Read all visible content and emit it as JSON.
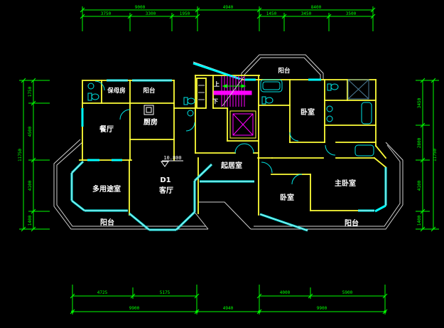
{
  "title": "二层平面图 (CAD floor plan)",
  "colors": {
    "bg": "#000000",
    "wall": "#ffff38",
    "window": "#00ffff",
    "railing": "#cfcfcf",
    "dim": "#00ff00",
    "stair": "#ff00ff",
    "label": "#ffffff",
    "fixture": "#00e5e5",
    "shower": "#4d7d99"
  },
  "level": {
    "value": "10.800"
  },
  "stair": {
    "up": "上",
    "down": "下"
  },
  "rooms": [
    {
      "id": "maid-room",
      "label": "保母房"
    },
    {
      "id": "balcony-top-left",
      "label": "阳台"
    },
    {
      "id": "kitchen",
      "label": "厨房"
    },
    {
      "id": "dining-room",
      "label": "餐厅"
    },
    {
      "id": "multi-purpose-room",
      "label": "多用途室"
    },
    {
      "id": "living-code",
      "label": "D1"
    },
    {
      "id": "living-room",
      "label": "客厅"
    },
    {
      "id": "balcony-bottom-left",
      "label": "阳台"
    },
    {
      "id": "family-room",
      "label": "起居室"
    },
    {
      "id": "balcony-top-right",
      "label": "阳台"
    },
    {
      "id": "bedroom-top-right",
      "label": "卧室"
    },
    {
      "id": "bedroom-bottom",
      "label": "卧室"
    },
    {
      "id": "master-bedroom",
      "label": "主卧室"
    },
    {
      "id": "balcony-bottom-right",
      "label": "阳台"
    }
  ],
  "dims": {
    "top1": [
      "9000",
      "4940",
      "8400"
    ],
    "top2": [
      "3750",
      "3300",
      "1950",
      "1450",
      "3450",
      "3500"
    ],
    "bottom1": [
      "4725",
      "5175",
      "4000",
      "5900"
    ],
    "bottom2": [
      "9900",
      "4940",
      "9900"
    ],
    "left": [
      "1750",
      "4500",
      "4100",
      "1400"
    ],
    "left_total": "11750",
    "right": [
      "3450",
      "2800",
      "4100",
      "1400"
    ],
    "right_total": "11750"
  }
}
